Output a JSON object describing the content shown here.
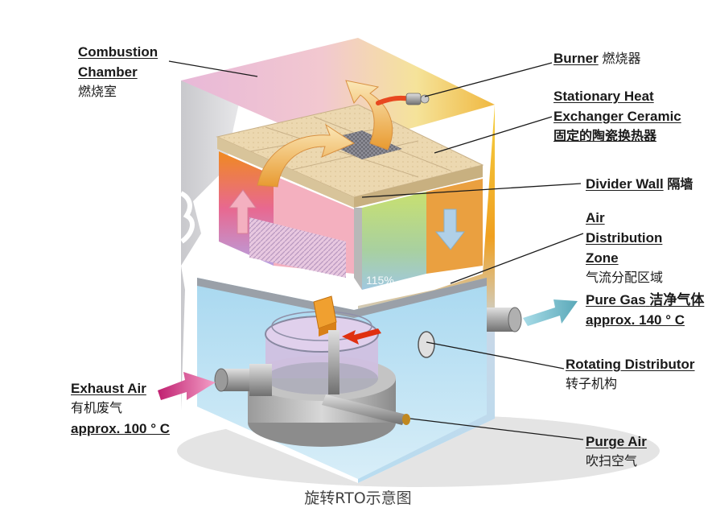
{
  "labels": {
    "combustion_en1": "Combustion",
    "combustion_en2": "Chamber",
    "combustion_cn": "燃烧室",
    "burner_en": "Burner",
    "burner_cn": "燃烧器",
    "exchanger_en1": "Stationary Heat",
    "exchanger_en2": "Exchanger Ceramic",
    "exchanger_cn": "固定的陶瓷换热器",
    "divider_en": "Divider Wall",
    "divider_cn": "隔墙",
    "airdist_en1": "Air",
    "airdist_en2": "Distribution",
    "airdist_en3": "Zone",
    "airdist_cn": "气流分配区域",
    "pure_en": "Pure Gas",
    "pure_cn": "洁净气体",
    "pure_temp": "approx. 140 ° C",
    "rotating_en": "Rotating Distributor",
    "rotating_cn": "转子机构",
    "exhaust_en": "Exhaust Air",
    "exhaust_cn": "有机废气",
    "exhaust_temp": "approx. 100 ° C",
    "purge_en": "Purge Air",
    "purge_cn": "吹扫空气"
  },
  "zoom": "115%",
  "caption": "旋转RTO示意图"
}
